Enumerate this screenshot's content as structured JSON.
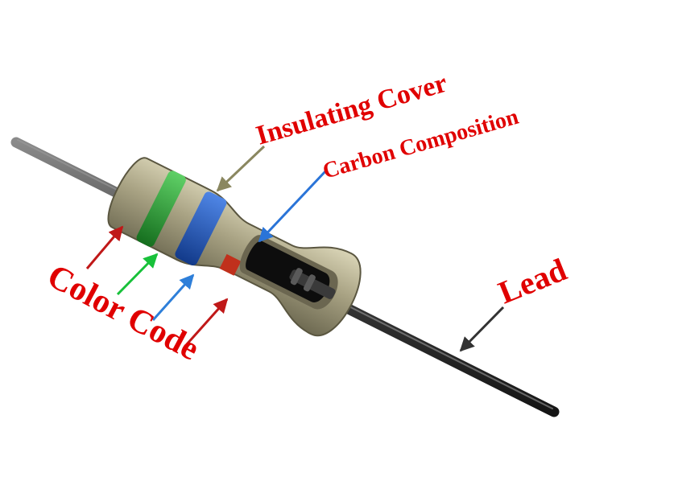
{
  "labels": {
    "insulating_cover": "Insulating Cover",
    "carbon_composition": "Carbon Composition",
    "color_code": "Color Code",
    "lead": "Lead"
  },
  "colors": {
    "label_text": "#e00000",
    "band_green": "#1f9a2a",
    "band_blue": "#1c4fb3",
    "band_red": "#c0301c",
    "body_tan": "#9a9373",
    "lead_wire": "#3a3a3a",
    "carbon_core": "#0d0d0d",
    "arrow_insulating": "#8a8760",
    "arrow_carbon": "#2a74d8",
    "arrow_band_red": "#c01818",
    "arrow_band_green": "#18c13a",
    "arrow_band_blue": "#2e7fd9",
    "arrow_lead": "#333333"
  }
}
